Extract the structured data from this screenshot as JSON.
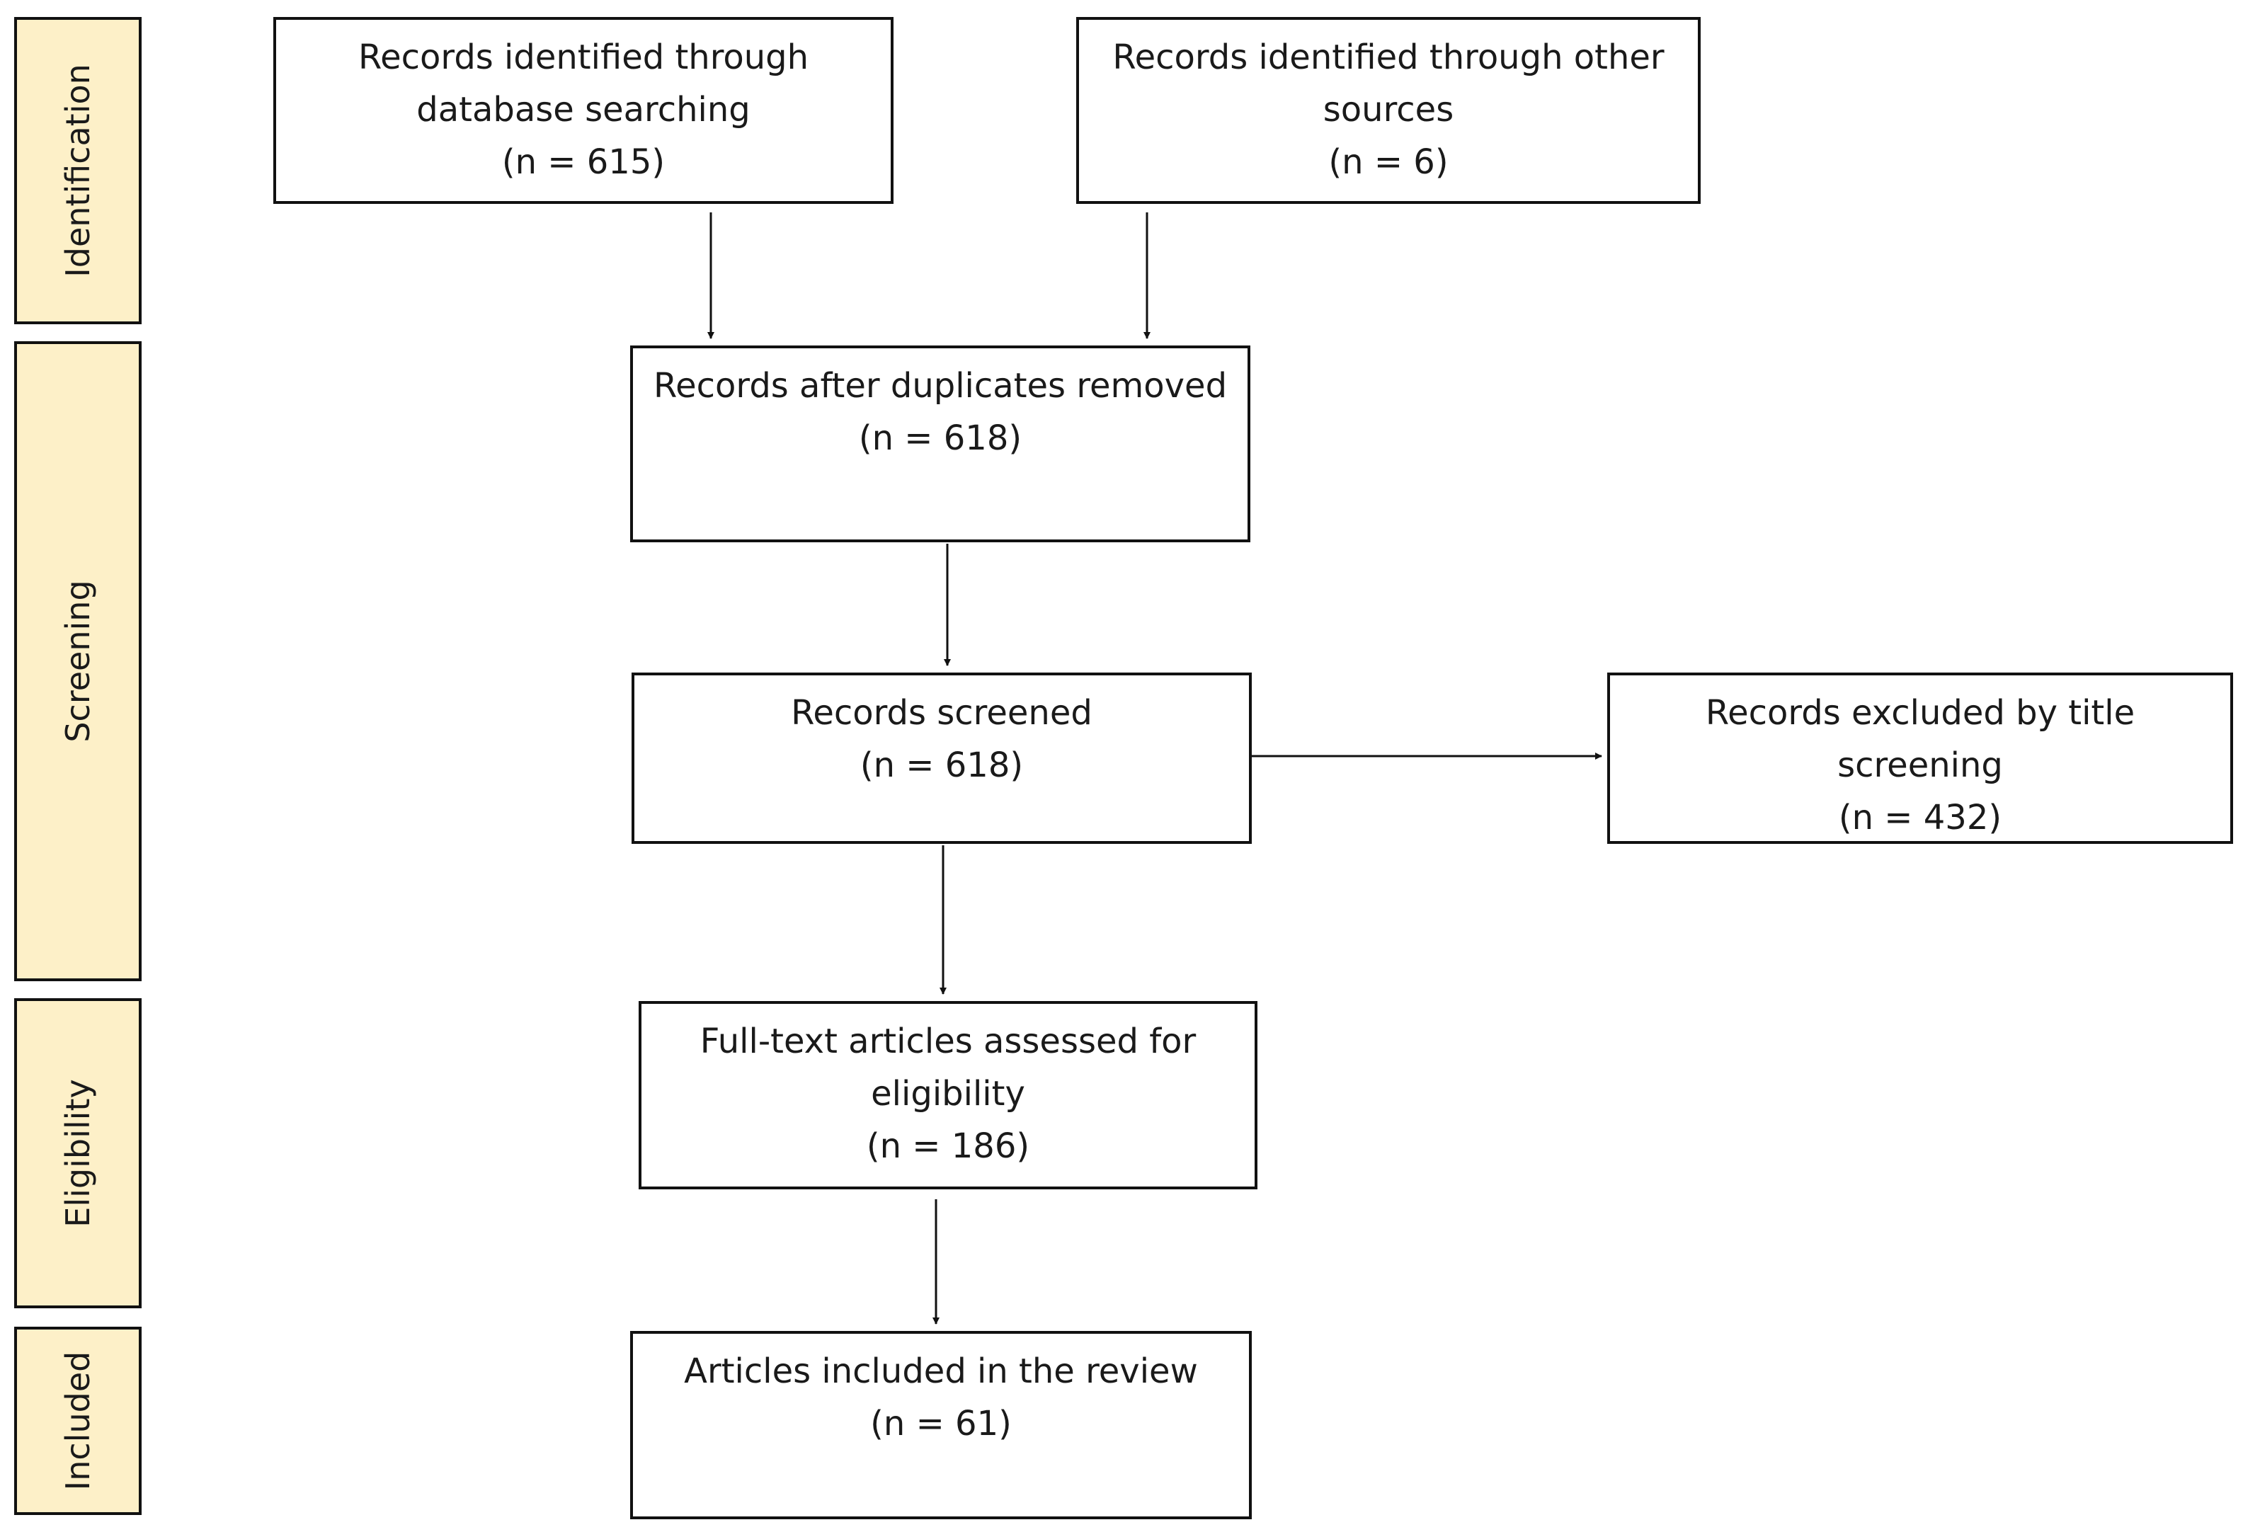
{
  "stages": {
    "identification": "Identification",
    "screening": "Screening",
    "eligibility": "Eligibility",
    "included": "Included"
  },
  "boxes": {
    "database": {
      "line1": "Records identified through",
      "line2": "database searching",
      "count": "(n = 615)"
    },
    "other": {
      "line1": "Records identified through other",
      "line2": "sources",
      "count": "(n = 6)"
    },
    "duplicates": {
      "line1": "Records after duplicates removed",
      "count": "(n = 618)"
    },
    "screened": {
      "line1": "Records screened",
      "count": "(n = 618)"
    },
    "excluded": {
      "line1": "Records excluded by title",
      "line2": "screening",
      "count": "(n = 432)"
    },
    "fulltext": {
      "line1": "Full-text articles assessed for",
      "line2": "eligibility",
      "count": "(n = 186)"
    },
    "included": {
      "line1": "Articles included in the review",
      "count": "(n = 61)"
    }
  },
  "colors": {
    "stage_fill": "#fdf0c8",
    "stroke": "#111111"
  }
}
